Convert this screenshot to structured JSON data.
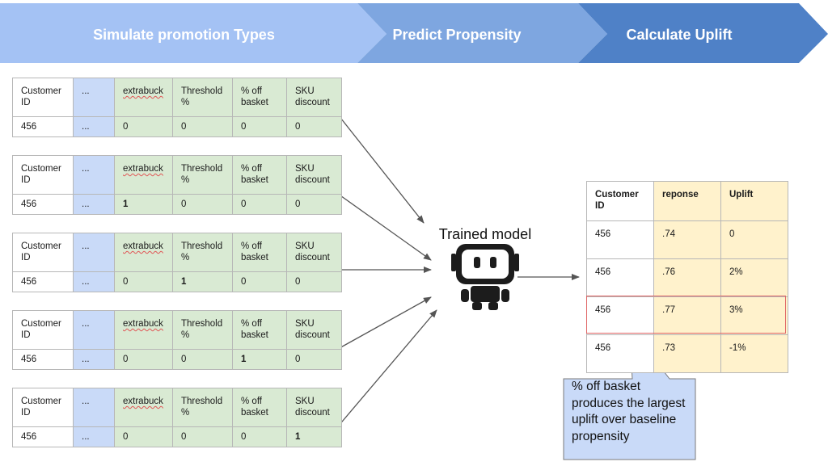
{
  "stages": [
    {
      "label": "Simulate promotion Types"
    },
    {
      "label": "Predict Propensity"
    },
    {
      "label": "Calculate Uplift"
    }
  ],
  "colors": {
    "banner_1": "#a4c2f4",
    "banner_2": "#7ea6e0",
    "banner_3": "#4f81c7",
    "customer_col": "#c9daf8",
    "promo_cols": "#d9ead3",
    "result_cols": "#fff2cc",
    "highlight": "#e06666",
    "callout_fill": "#c9daf8"
  },
  "input_header": {
    "customer_id": "Customer ID",
    "dots": "...",
    "extrabuck": "extrabuck",
    "threshold": "Threshold %",
    "pct_off": "% off basket",
    "sku": "SKU discount"
  },
  "input_tables": [
    {
      "customer_id": "456",
      "dots": "...",
      "extrabuck": "0",
      "threshold": "0",
      "pct_off": "0",
      "sku": "0",
      "active": ""
    },
    {
      "customer_id": "456",
      "dots": "...",
      "extrabuck": "1",
      "threshold": "0",
      "pct_off": "0",
      "sku": "0",
      "active": "extrabuck"
    },
    {
      "customer_id": "456",
      "dots": "...",
      "extrabuck": "0",
      "threshold": "1",
      "pct_off": "0",
      "sku": "0",
      "active": "threshold"
    },
    {
      "customer_id": "456",
      "dots": "...",
      "extrabuck": "0",
      "threshold": "0",
      "pct_off": "1",
      "sku": "0",
      "active": "pct_off"
    },
    {
      "customer_id": "456",
      "dots": "...",
      "extrabuck": "0",
      "threshold": "0",
      "pct_off": "0",
      "sku": "1",
      "active": "sku"
    }
  ],
  "model": {
    "label": "Trained model",
    "icon": "robot-icon"
  },
  "result_table": {
    "headers": [
      "Customer ID",
      "reponse",
      "Uplift"
    ],
    "rows": [
      [
        "456",
        ".74",
        "0"
      ],
      [
        "456",
        ".76",
        "2%"
      ],
      [
        "456",
        ".77",
        "3%"
      ],
      [
        "456",
        ".73",
        "-1%"
      ]
    ],
    "highlighted_row": 2
  },
  "callout": {
    "text": "% off basket produces the largest uplift over baseline propensity"
  }
}
